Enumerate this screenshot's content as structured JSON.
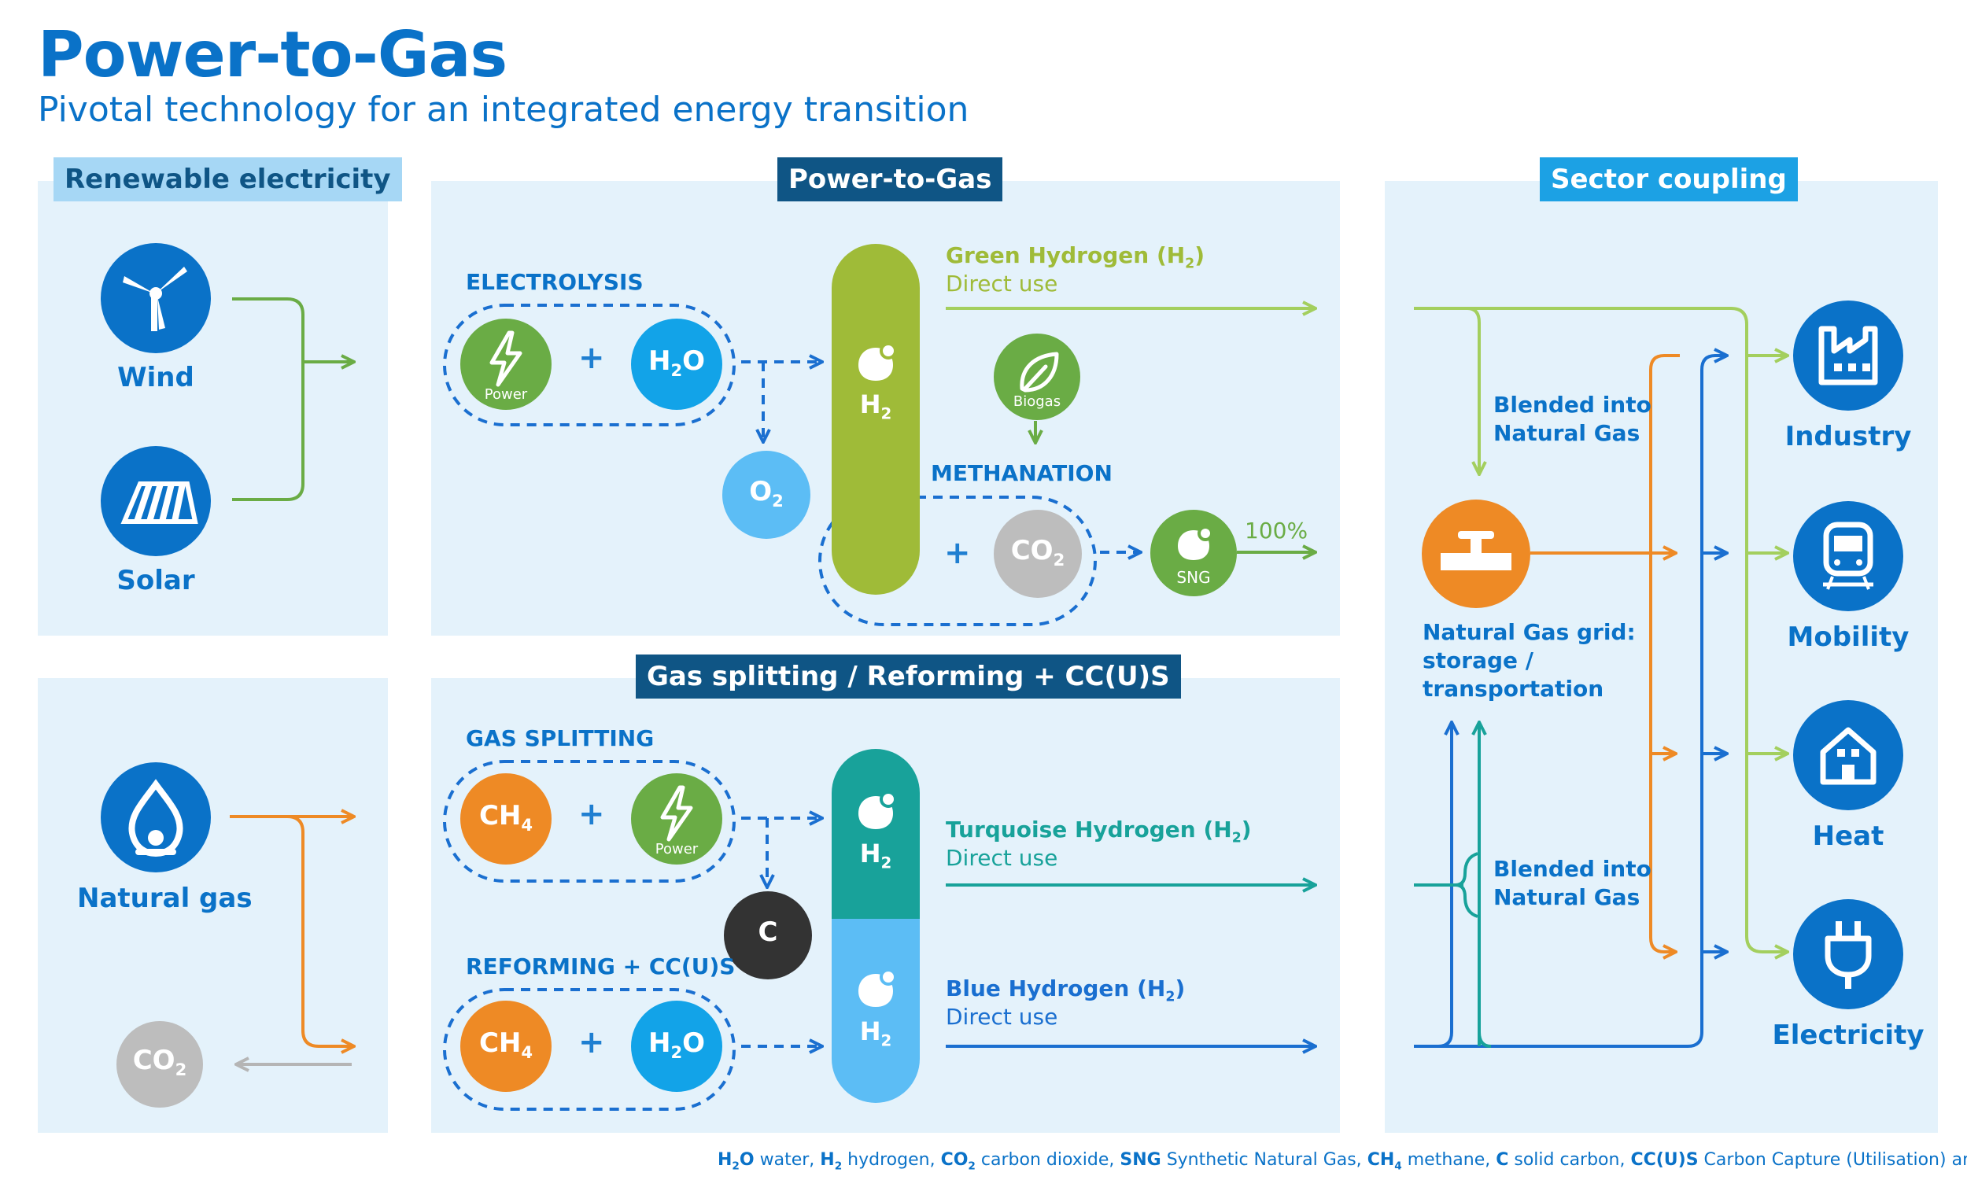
{
  "header": {
    "title": "Power-to-Gas",
    "subtitle": "Pivotal technology for an integrated energy transition"
  },
  "sections": {
    "renewable": "Renewable electricity",
    "ptg": "Power-to-Gas",
    "splitting": "Gas splitting / Reforming + CC(U)S",
    "coupling": "Sector coupling"
  },
  "sources": {
    "wind": "Wind",
    "solar": "Solar",
    "natural_gas": "Natural gas",
    "co2": "CO",
    "co2_sub": "2"
  },
  "electrolysis": {
    "label": "ELECTROLYSIS",
    "power": "Power",
    "h2o": "H",
    "h2o_sub": "2",
    "h2o_tail": "O",
    "o2": "O",
    "o2_sub": "2",
    "h2": "H",
    "h2_sub": "2"
  },
  "green": {
    "name": "Green Hydrogen (H",
    "name_sub": "2",
    "name_tail": ")",
    "use": "Direct use"
  },
  "biogas": "Biogas",
  "methanation": {
    "label": "METHANATION",
    "co2": "CO",
    "co2_sub": "2",
    "sng": "SNG",
    "pct": "100%"
  },
  "gas_splitting": {
    "label": "GAS SPLITTING",
    "ch4": "CH",
    "ch4_sub": "4",
    "power": "Power",
    "c": "C",
    "h2": "H",
    "h2_sub": "2"
  },
  "turquoise": {
    "name": "Turquoise Hydrogen (H",
    "name_sub": "2",
    "name_tail": ")",
    "use": "Direct use"
  },
  "reforming": {
    "label": "REFORMING + CC(U)S",
    "ch4": "CH",
    "ch4_sub": "4",
    "h2o": "H",
    "h2o_sub": "2",
    "h2o_tail": "O",
    "h2": "H",
    "h2_sub": "2"
  },
  "blue": {
    "name": "Blue Hydrogen (H",
    "name_sub": "2",
    "name_tail": ")",
    "use": "Direct use"
  },
  "coupling": {
    "blended_top_1": "Blended into",
    "blended_top_2": "Natural Gas",
    "grid_1": "Natural Gas grid:",
    "grid_2": "storage /",
    "grid_3": "transportation",
    "blended_bot_1": "Blended into",
    "blended_bot_2": "Natural Gas",
    "industry": "Industry",
    "mobility": "Mobility",
    "heat": "Heat",
    "electricity": "Electricity"
  },
  "footer": [
    {
      "b": "H",
      "sub": "2",
      "b2": "O",
      "t": " water, "
    },
    {
      "b": "H",
      "sub": "2",
      "b2": "",
      "t": " hydrogen, "
    },
    {
      "b": "CO",
      "sub": "2",
      "b2": "",
      "t": " carbon dioxide, "
    },
    {
      "b": "SNG",
      "sub": "",
      "b2": "",
      "t": " Synthetic Natural Gas, "
    },
    {
      "b": "CH",
      "sub": "4",
      "b2": "",
      "t": " methane, "
    },
    {
      "b": "C",
      "sub": "",
      "b2": "",
      "t": " solid carbon, "
    },
    {
      "b": "CC(U)S",
      "sub": "",
      "b2": "",
      "t": " Carbon Capture (Utilisation) and Storage"
    }
  ],
  "colors": {
    "blue": "#0a72c8",
    "green_power": "#6aac45",
    "h2o": "#12a3e8",
    "o2": "#5cbdf5",
    "green_h2": "#9fbb38",
    "grey": "#bdbdbd",
    "orange": "#ee8a25",
    "teal": "#18a29a",
    "light_blue_h2": "#5cbdf5",
    "carbon": "#333333"
  }
}
